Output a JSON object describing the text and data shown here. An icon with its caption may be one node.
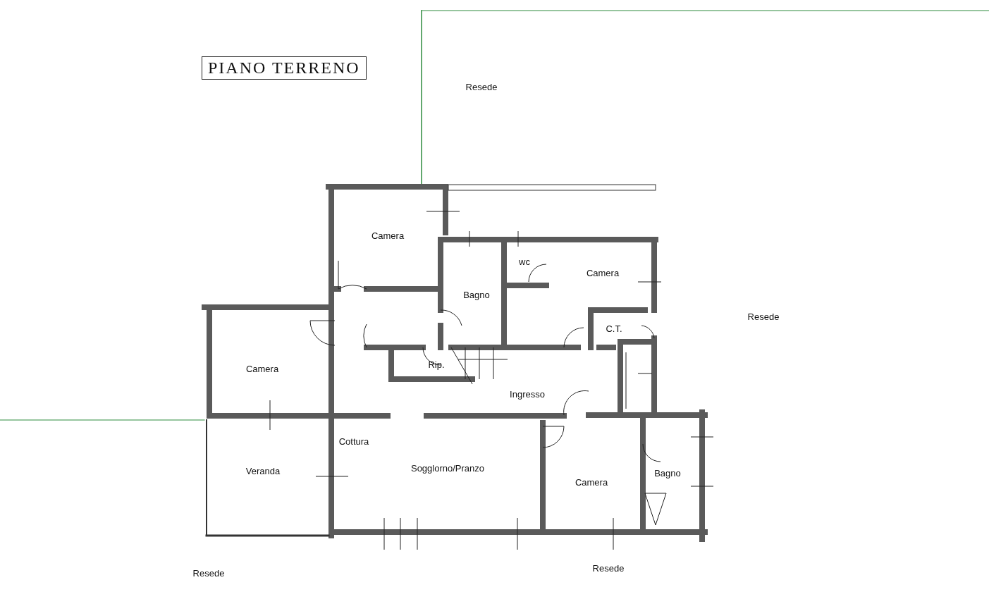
{
  "diagram": {
    "title": "PIANO TERRENO",
    "labels": [
      "Resede",
      "Camera",
      "wc",
      "Camera",
      "Bagno",
      "Resede",
      "C.T.",
      "Rip.",
      "Camera",
      "Ingresso",
      "Cottura",
      "Sogglorno/Pranzo",
      "Veranda",
      "Bagno",
      "Camera",
      "Resede",
      "Resede"
    ]
  }
}
